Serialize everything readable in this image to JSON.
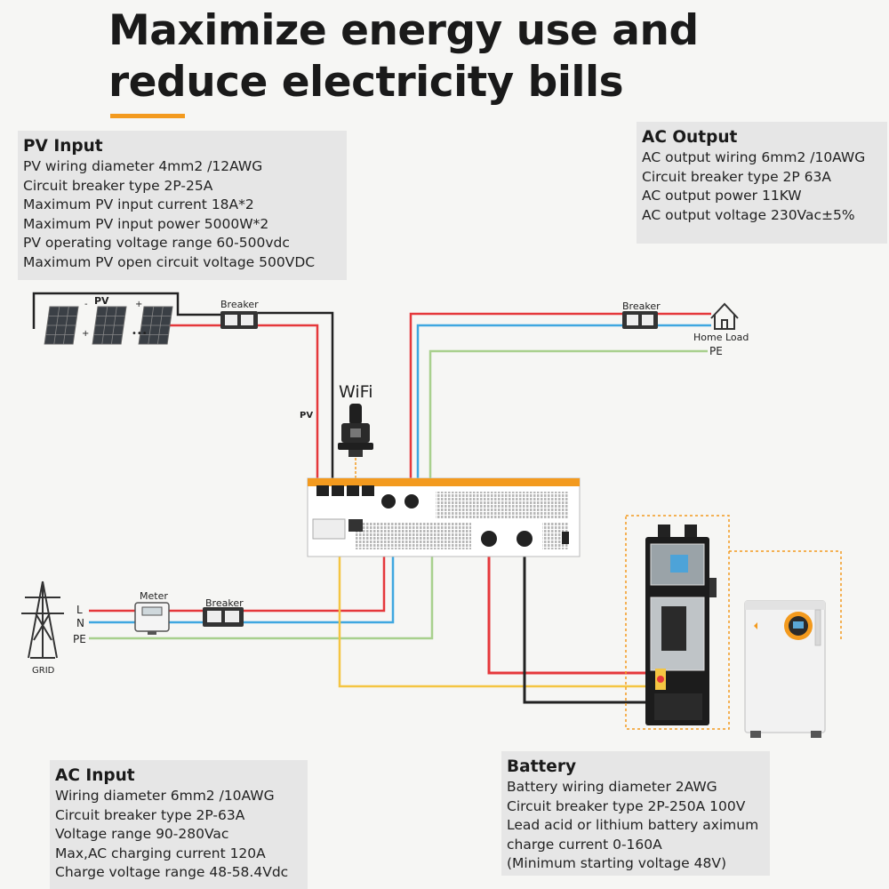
{
  "headline": {
    "line1": "Maximize energy use and",
    "line2": "reduce electricity bills"
  },
  "pv_input": {
    "title": "PV Input",
    "lines": [
      "PV wiring diameter 4mm2 /12AWG",
      "Circuit breaker type 2P-25A",
      "Maximum PV input current 18A*2",
      "Maximum PV input power 5000W*2",
      "PV operating voltage range 60-500vdc",
      "Maximum PV open circuit voltage 500VDC"
    ]
  },
  "ac_output": {
    "title": "AC Output",
    "lines": [
      "AC output wiring 6mm2 /10AWG",
      "Circuit breaker type 2P 63A",
      "AC output power 11KW",
      "AC output voltage 230Vac±5%"
    ]
  },
  "ac_input": {
    "title": "AC Input",
    "lines": [
      "Wiring diameter 6mm2 /10AWG",
      "Circuit breaker type 2P-63A",
      "Voltage range 90-280Vac",
      "Max,AC charging current 120A",
      "Charge voltage range 48-58.4Vdc"
    ]
  },
  "battery": {
    "title": "Battery",
    "lines": [
      "Battery wiring diameter 2AWG",
      "Circuit breaker type 2P-250A 100V",
      "Lead acid or lithium battery aximum",
      "charge current 0-160A",
      "(Minimum starting voltage 48V)"
    ]
  },
  "diagram_labels": {
    "pv_array": "PV",
    "pv_breaker": "Breaker",
    "pv_wire": "PV",
    "wifi": "WiFi",
    "output_breaker": "Breaker",
    "home_load": "Home Load",
    "output_pe": "PE",
    "meter": "Meter",
    "grid_breaker": "Breaker",
    "grid_l": "L",
    "grid_n": "N",
    "grid_pe": "PE",
    "grid": "GRID"
  },
  "colors": {
    "accent": "#f39a1e",
    "wire_red": "#e5383b",
    "wire_blue": "#3fa7e0",
    "wire_green": "#a8d08d",
    "wire_yellow": "#f4c542",
    "wire_black": "#222222"
  },
  "icons": [
    "solar-panel-icon",
    "breaker-icon",
    "wifi-dongle-icon",
    "home-icon",
    "meter-icon",
    "grid-tower-icon",
    "inverter",
    "battery-cabinet",
    "wall-battery"
  ]
}
